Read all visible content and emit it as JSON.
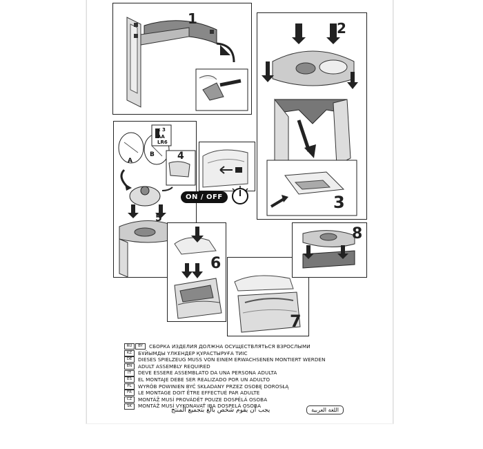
{
  "steps": {
    "s1": "1",
    "s2": "2",
    "s3": "3",
    "s4": "4",
    "s5": "5",
    "s6": "6",
    "s7": "7",
    "s8": "8"
  },
  "battery": {
    "count": "x 3",
    "type1": "AA",
    "type2": "LR6",
    "label_a": "A",
    "label_b": "B"
  },
  "switch": {
    "label": "ON / OFF"
  },
  "languages": [
    {
      "codes": [
        "RU",
        "BY"
      ],
      "text": "СБОРКА ИЗДЕЛИЯ ДОЛЖНА ОСУЩЕСТВЛЯТЬСЯ ВЗРОСЛЫМИ"
    },
    {
      "codes": [
        "KZ"
      ],
      "text": "БҰЙЫМДЫ ҮЛКЕНДЕР ҚҰРАСТЫРУҒА ТИІС"
    },
    {
      "codes": [
        "DE"
      ],
      "text": "DIESES SPIELZEUG MUSS VON EINEM ERWACHSENEN MONTIERT WERDEN"
    },
    {
      "codes": [
        "EN"
      ],
      "text": "ADULT ASSEMBLY REQUIRED"
    },
    {
      "codes": [
        "IT"
      ],
      "text": "DEVE ESSERE ASSEMBLATO DA UNA PERSONA ADULTA"
    },
    {
      "codes": [
        "ES"
      ],
      "text": "EL MONTAJE DEBE SER REALIZADO POR UN ADULTO"
    },
    {
      "codes": [
        "PL"
      ],
      "text": "WYRÓB POWINIEN BYĆ SKŁADANY PRZEZ OSOBĘ   DOROSŁĄ"
    },
    {
      "codes": [
        "FR"
      ],
      "text": "LE MONTAGE DOIT ÊTRE EFFECTUÉ PAR ADULTE"
    },
    {
      "codes": [
        "CZ"
      ],
      "text": "MONTÁŽ MUSÍ PROVÁDĚT POUZE DOSPĚLÁ OSOBA"
    },
    {
      "codes": [
        "SK"
      ],
      "text": "MONTÁŽ MUSÍ VYKONAVAŤ  IBA DOSPELÁ OSOBA"
    }
  ],
  "arabic": {
    "text": "يجب أن يقوم شخص بالغ بتجميع المنتج",
    "badge": "اللغة العربية"
  }
}
